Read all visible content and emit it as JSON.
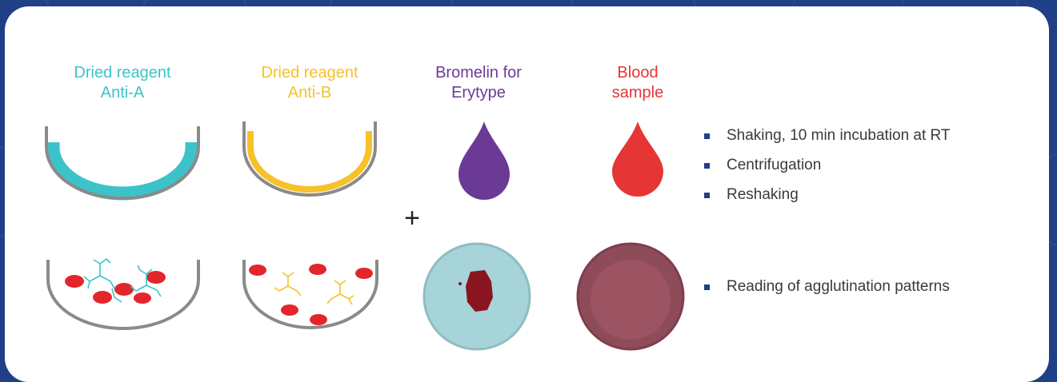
{
  "reagents": {
    "anti_a": {
      "line1": "Dried reagent",
      "line2": "Anti-A",
      "color": "#3cc3c9"
    },
    "anti_b": {
      "line1": "Dried reagent",
      "line2": "Anti-B",
      "color": "#f6c12a"
    },
    "bromelin": {
      "line1": "Bromelin for",
      "line2": "Erytype",
      "color": "#6b3a97"
    },
    "blood": {
      "line1": "Blood",
      "line2": "sample",
      "color": "#e63535"
    }
  },
  "plus_sign": "+",
  "steps": [
    "Shaking, 10 min incubation at RT",
    "Centrifugation",
    "Reshaking"
  ],
  "reading_step": "Reading of agglutination patterns",
  "colors": {
    "frame": "#1f3f86",
    "well": "#888888",
    "cell": "#e3262b",
    "bullet": "#1f3f86"
  }
}
